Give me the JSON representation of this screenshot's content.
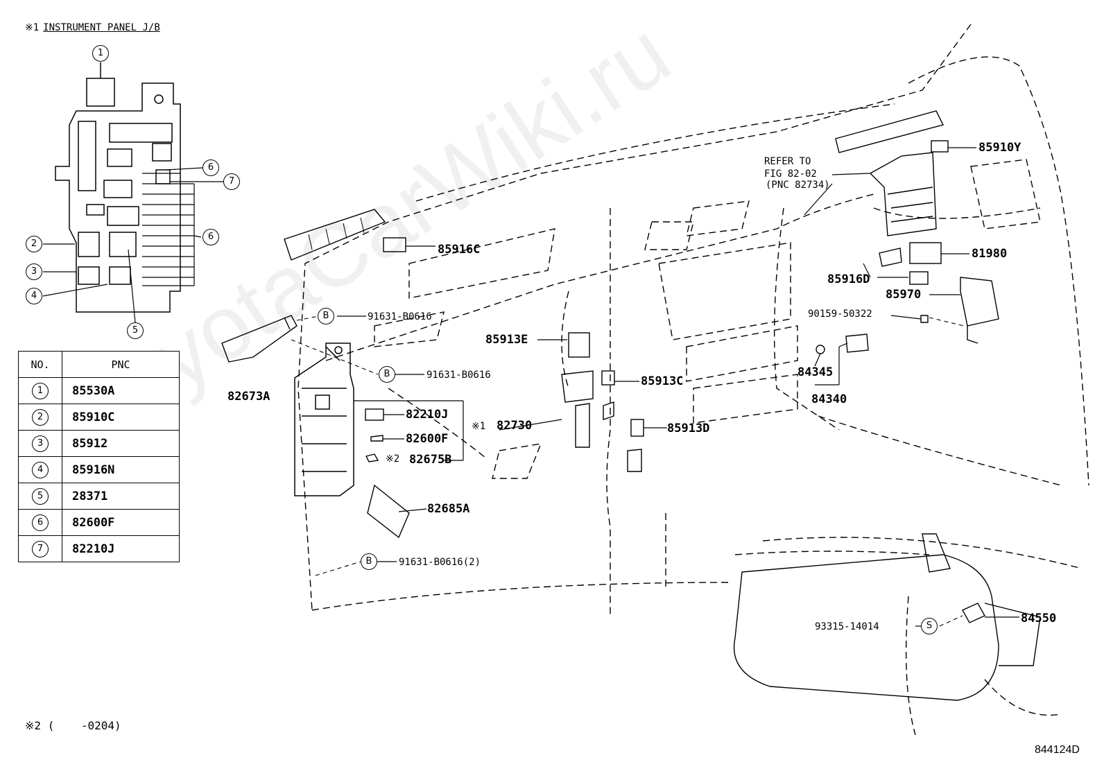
{
  "header": {
    "marker": "※1",
    "title": "INSTRUMENT PANEL J/B"
  },
  "footnote": {
    "marker": "※2",
    "text": "(    -0204)"
  },
  "figure_id": "844124D",
  "watermark": "ToyotaCarWiki.ru",
  "table": {
    "headers": [
      "NO.",
      "PNC"
    ],
    "rows": [
      {
        "no": "1",
        "pnc": "85530A"
      },
      {
        "no": "2",
        "pnc": "85910C"
      },
      {
        "no": "3",
        "pnc": "85912"
      },
      {
        "no": "4",
        "pnc": "85916N"
      },
      {
        "no": "5",
        "pnc": "28371"
      },
      {
        "no": "6",
        "pnc": "82600F"
      },
      {
        "no": "7",
        "pnc": "82210J"
      }
    ]
  },
  "inset_callouts": [
    "1",
    "2",
    "3",
    "4",
    "5",
    "6",
    "7",
    "6"
  ],
  "refer": {
    "line1": "REFER TO",
    "line2": "FIG 82-02",
    "line3": "(PNC 82734)"
  },
  "parts": {
    "p85910Y": "85910Y",
    "p81980": "81980",
    "p85916D": "85916D",
    "p85970": "85970",
    "p90159": "90159-50322",
    "p84345": "84345",
    "p84340": "84340",
    "p85916C": "85916C",
    "p91631a": "91631-B0616",
    "p91631b": "91631-B0616",
    "p91631c": "91631-B0616(2)",
    "p82673A": "82673A",
    "p85913E": "85913E",
    "p85913C": "85913C",
    "p85913D": "85913D",
    "p82210J": "82210J",
    "p82600F": "82600F",
    "p82675B": "82675B",
    "m82675B": "※2",
    "m82730": "※1",
    "p82730": "82730",
    "p82685A": "82685A",
    "p93315": "93315-14014",
    "p84550": "84550"
  },
  "bolt_marks": {
    "b": "B",
    "s": "S"
  }
}
